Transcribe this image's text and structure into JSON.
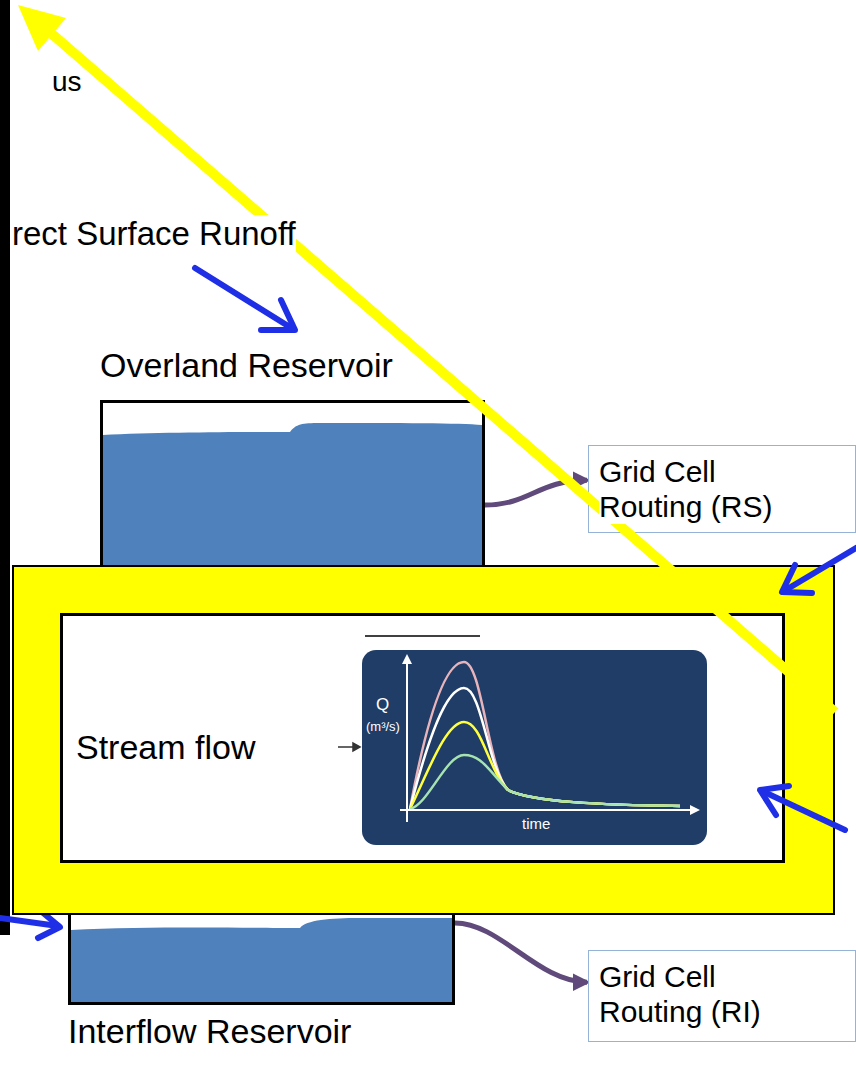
{
  "diagram": {
    "nodes": [
      {
        "text": [
          "Overland Reservoir"
        ]
      },
      {
        "text": [
          "Grid Cell Routing (RS)"
        ]
      },
      {
        "text": [
          "Stream flow"
        ]
      },
      {
        "text": [
          "Q",
          "(m³/s)",
          "time"
        ],
        "in": 2
      },
      {
        "text": [
          "Interflow Reservoir"
        ]
      },
      {
        "text": [
          "Grid Cell Routing (RI)"
        ]
      }
    ],
    "edges": [
      {
        "from": 0,
        "to": 1,
        "arrow": "to"
      },
      {
        "from": 4,
        "to": 5,
        "arrow": "to"
      }
    ],
    "labels": [
      "us",
      "rect Surface Runoff"
    ]
  }
}
